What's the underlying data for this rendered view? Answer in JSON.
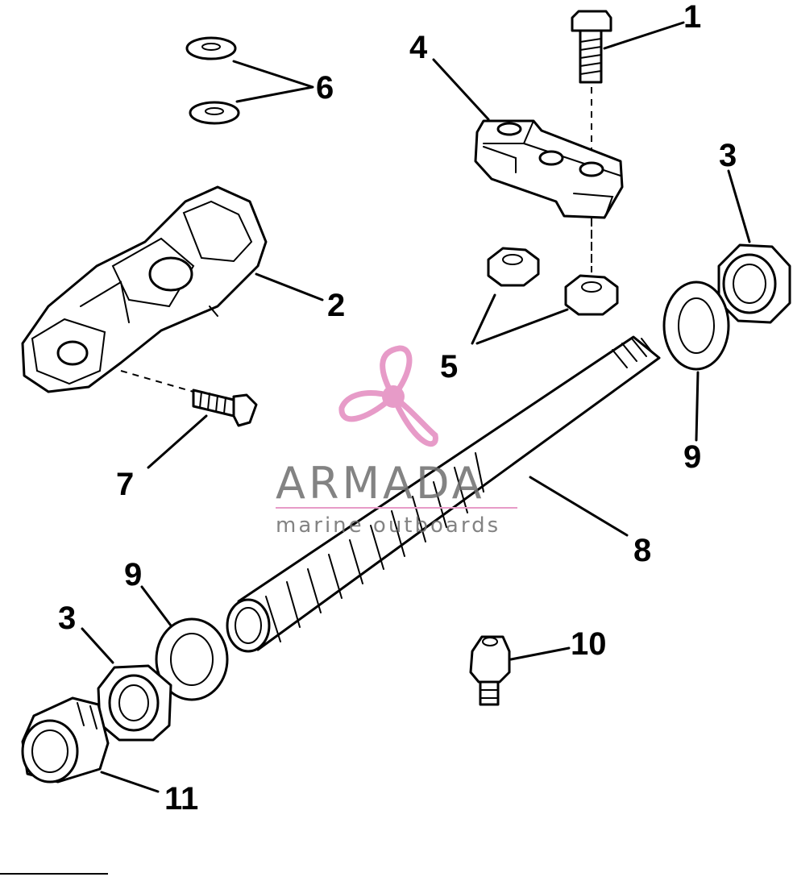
{
  "diagram": {
    "callouts": [
      {
        "id": "1",
        "label": "1"
      },
      {
        "id": "2",
        "label": "2"
      },
      {
        "id": "3a",
        "label": "3"
      },
      {
        "id": "3b",
        "label": "3"
      },
      {
        "id": "4",
        "label": "4"
      },
      {
        "id": "5",
        "label": "5"
      },
      {
        "id": "6",
        "label": "6"
      },
      {
        "id": "7",
        "label": "7"
      },
      {
        "id": "8",
        "label": "8"
      },
      {
        "id": "9a",
        "label": "9"
      },
      {
        "id": "9b",
        "label": "9"
      },
      {
        "id": "10",
        "label": "10"
      },
      {
        "id": "11",
        "label": "11"
      }
    ],
    "line_color": "#000000",
    "background": "#ffffff"
  },
  "watermark": {
    "name": "ARMADA",
    "subtitle": "marine outboards",
    "logo_color": "#e79bc8",
    "text_color": "#6e6e6e"
  }
}
